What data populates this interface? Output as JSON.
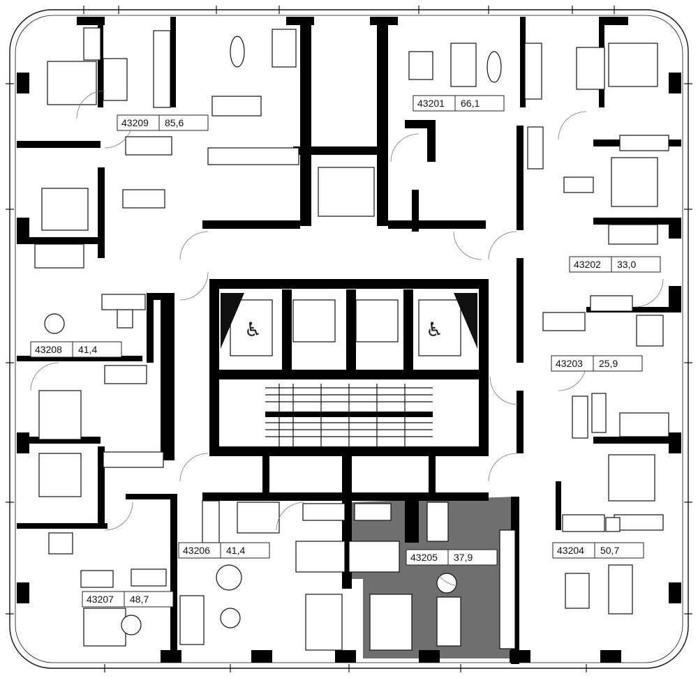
{
  "floor_plan": {
    "highlight_color": "#6f6f6f",
    "wall_color": "#000000",
    "units": [
      {
        "number": "43201",
        "area": "66,1"
      },
      {
        "number": "43202",
        "area": "33,0"
      },
      {
        "number": "43203",
        "area": "25,9"
      },
      {
        "number": "43204",
        "area": "50,7"
      },
      {
        "number": "43205",
        "area": "37,9"
      },
      {
        "number": "43206",
        "area": "41,4"
      },
      {
        "number": "43207",
        "area": "48,7"
      },
      {
        "number": "43208",
        "area": "41,4"
      },
      {
        "number": "43209",
        "area": "85,6"
      }
    ],
    "highlighted_unit": "43205",
    "icons": [
      "accessible-elevator-icon",
      "accessible-elevator-icon"
    ]
  }
}
